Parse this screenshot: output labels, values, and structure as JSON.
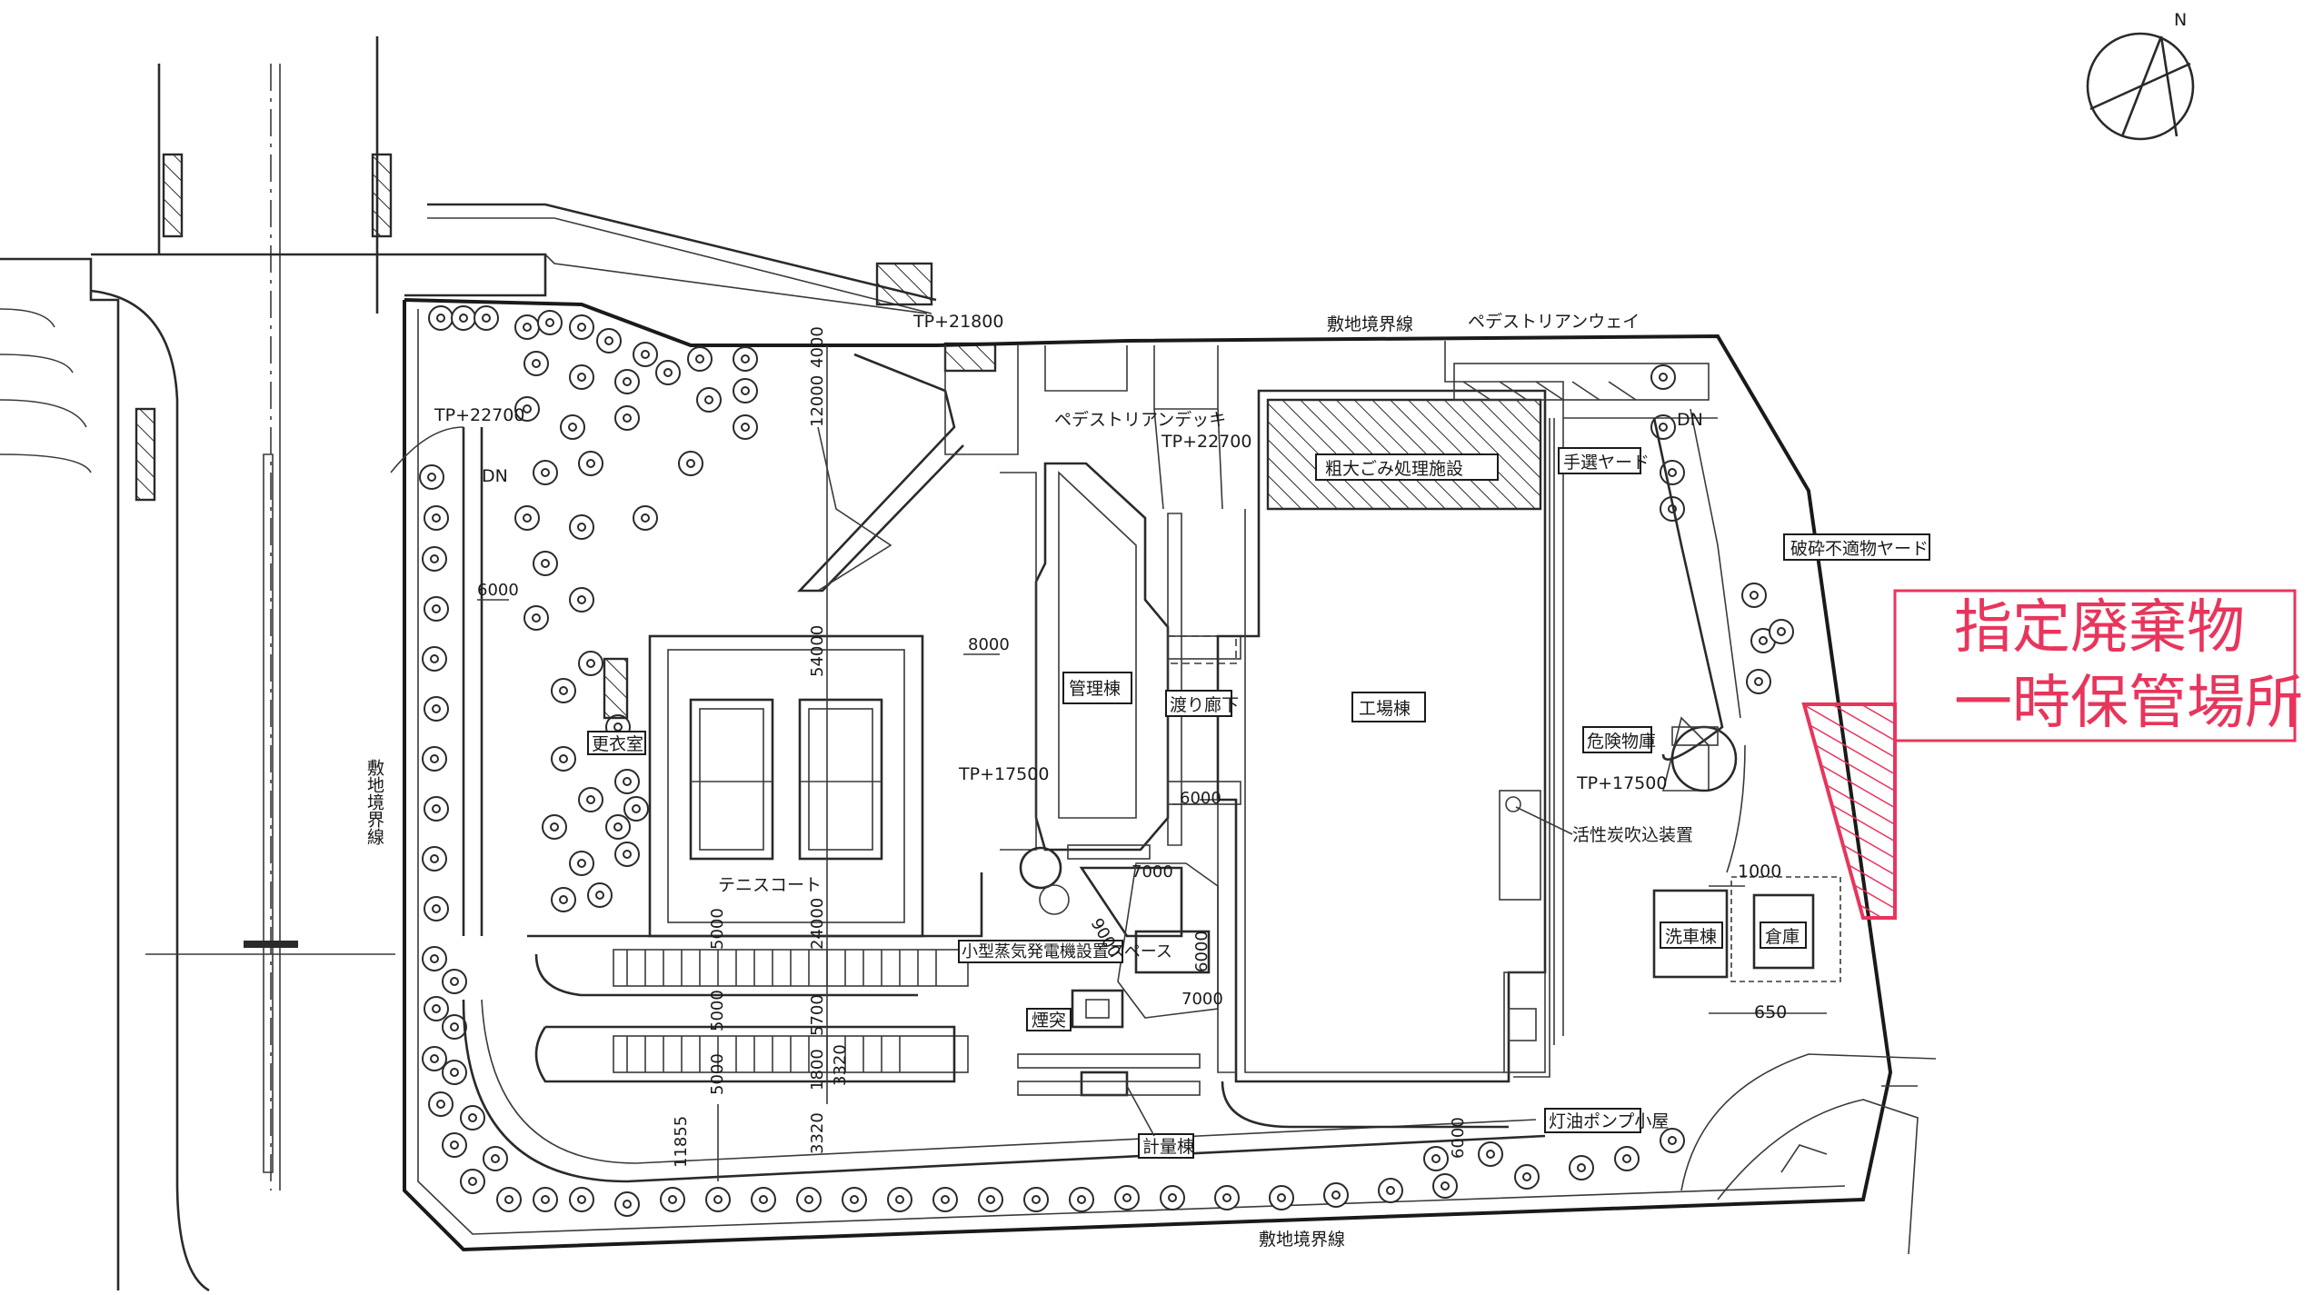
{
  "north_label": "N",
  "labels": {
    "tp_21800": "TP+21800",
    "site_boundary_top": "敷地境界線",
    "pedestrian_way": "ペデストリアンウェイ",
    "tp_22700_left": "TP+22700",
    "dn_left": "DN",
    "pedestrian_deck": "ペデストリアンデッキ",
    "tp_22700_center": "TP+22700",
    "bulky_waste_facility": "粗大ごみ処理施設",
    "sorting_yard": "手選ヤード",
    "dn_right": "DN",
    "crushing_unsuitable_yard": "破砕不適物ヤード",
    "changing_room": "更衣室",
    "tennis_court": "テニスコート",
    "admin_building": "管理棟",
    "corridor": "渡り廊下",
    "factory_building": "工場棟",
    "hazardous_storage": "危険物庫",
    "tp_17500_center": "TP+17500",
    "tp_17500_right": "TP+17500",
    "activated_carbon": "活性炭吹込装置",
    "car_wash": "洗車棟",
    "warehouse": "倉庫",
    "small_steam_generator": "小型蒸気発電機設置スペース",
    "chimney": "煙突",
    "weighing_building": "計量棟",
    "oil_pump_shed": "灯油ポンプ小屋",
    "site_boundary_bottom": "敷地境界線",
    "site_boundary_left": "敷地境界線"
  },
  "dimensions": {
    "d6000_a": "6000",
    "d12000": "12000",
    "d4000": "4000",
    "d54000": "54000",
    "d8000": "8000",
    "d5000_a": "5000",
    "d24000": "24000",
    "d5000_b": "5000",
    "d5000_c": "5000",
    "d5700": "5700",
    "d3320_a": "3320",
    "d3320_b": "3320",
    "d1800": "1800",
    "d11855": "11855",
    "d7000_a": "7000",
    "d7000_b": "7000",
    "d6000_b": "6000",
    "d9000": "9000",
    "d1000": "1000",
    "d650": "650",
    "d6000_c": "6000",
    "d6000_d": "6000"
  },
  "designated_area": {
    "title_line1": "指定廃棄物",
    "title_line2": "一時保管場所",
    "color": "#e8355c"
  }
}
